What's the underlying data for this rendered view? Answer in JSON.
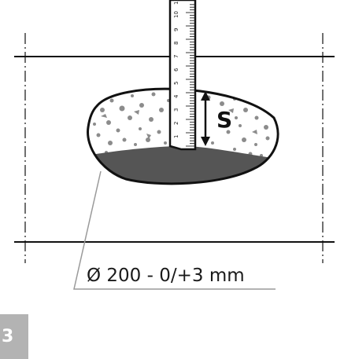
{
  "diagram": {
    "dimension_label": "Ø 200 - 0/+3 mm",
    "depth_label": "S",
    "step_number": "3",
    "ruler_numbers": [
      "1",
      "2",
      "3",
      "4",
      "5",
      "6",
      "7",
      "8",
      "9",
      "10",
      "11"
    ],
    "colors": {
      "line": "#111111",
      "leader": "#9a9a9a",
      "pit_fill": "#555555",
      "gravel": "#8c8c8c",
      "badge": "#b3b3b3"
    }
  }
}
